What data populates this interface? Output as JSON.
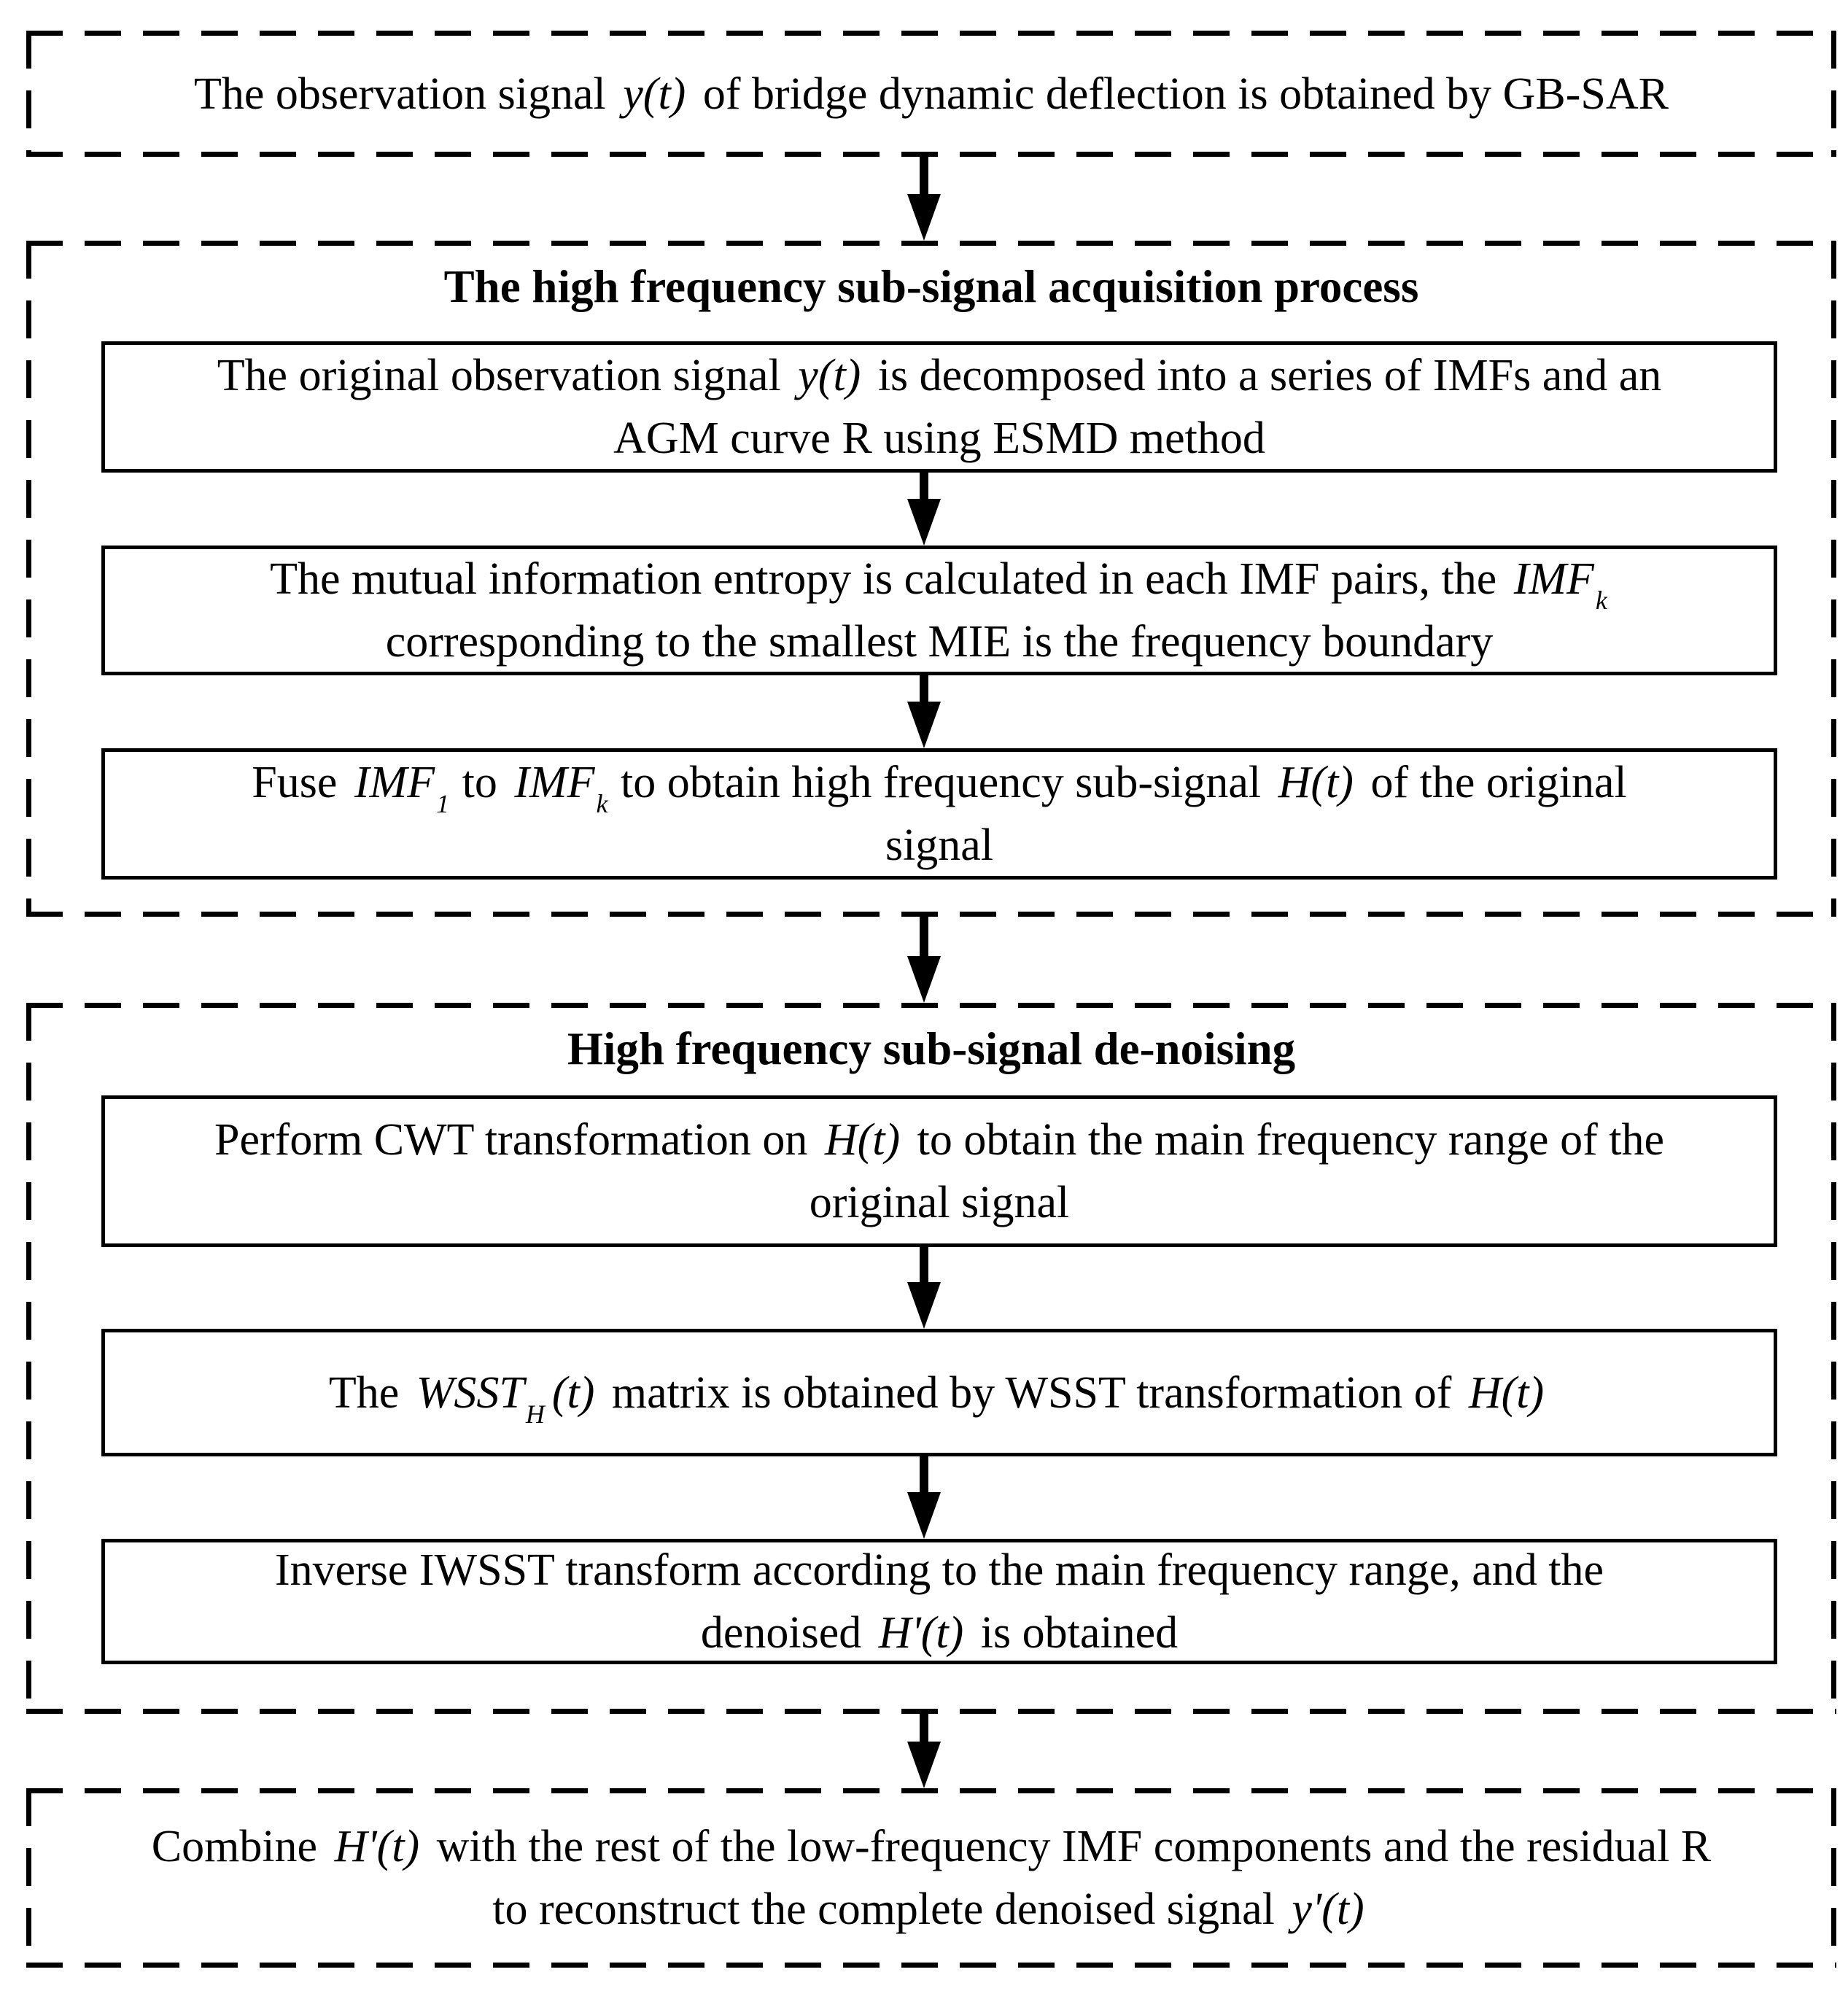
{
  "page": {
    "background": "#ffffff",
    "line_color": "#000000"
  },
  "flowchart": {
    "top_box": {
      "lines": [
        [
          {
            "t": "The observation signal"
          },
          {
            "i": "y(t)"
          },
          {
            "t": "of bridge dynamic deflection is obtained by GB-SAR"
          }
        ]
      ]
    },
    "section_acquisition": {
      "title": "The high frequency sub-signal acquisition process",
      "steps": [
        {
          "lines": [
            [
              {
                "t": "The original observation signal"
              },
              {
                "i": "y(t)"
              },
              {
                "t": "is decomposed into a series of IMFs and an"
              }
            ],
            [
              {
                "t": "AGM curve R using ESMD method"
              }
            ]
          ]
        },
        {
          "lines": [
            [
              {
                "t": "The mutual information entropy is calculated in each IMF pairs, the"
              },
              {
                "i": "IMF"
              },
              {
                "s": "k"
              }
            ],
            [
              {
                "t": "corresponding to the smallest MIE is the frequency boundary"
              }
            ]
          ]
        },
        {
          "lines": [
            [
              {
                "t": "Fuse"
              },
              {
                "i": "IMF"
              },
              {
                "s": "1"
              },
              {
                "t": "to"
              },
              {
                "i": "IMF"
              },
              {
                "s": "k"
              },
              {
                "t": "to obtain high frequency sub-signal"
              },
              {
                "i": "H(t)"
              },
              {
                "t": "of the original"
              }
            ],
            [
              {
                "t": "signal"
              }
            ]
          ]
        }
      ]
    },
    "section_denoising": {
      "title": "High frequency sub-signal de-noising",
      "steps": [
        {
          "lines": [
            [
              {
                "t": "Perform CWT transformation on"
              },
              {
                "i": "H(t)"
              },
              {
                "t": "to obtain the main frequency range of the"
              }
            ],
            [
              {
                "t": "original signal"
              }
            ]
          ]
        },
        {
          "lines": [
            [
              {
                "t": "The"
              },
              {
                "i": "WSST"
              },
              {
                "s": "H"
              },
              {
                "i": "(t)"
              },
              {
                "t": "matrix is obtained by WSST transformation of"
              },
              {
                "i": "H(t)"
              }
            ]
          ]
        },
        {
          "lines": [
            [
              {
                "t": "Inverse IWSST transform according to the main frequency range, and the"
              }
            ],
            [
              {
                "t": "denoised"
              },
              {
                "i": "H'(t)"
              },
              {
                "t": "is obtained"
              }
            ]
          ]
        }
      ]
    },
    "bottom_box": {
      "lines": [
        [
          {
            "t": "Combine"
          },
          {
            "i": "H'(t)"
          },
          {
            "t": "with the rest of the low-frequency IMF components and the residual R"
          }
        ],
        [
          {
            "t": "to reconstruct the complete denoised signal"
          },
          {
            "i": "y'(t)"
          }
        ]
      ]
    }
  }
}
